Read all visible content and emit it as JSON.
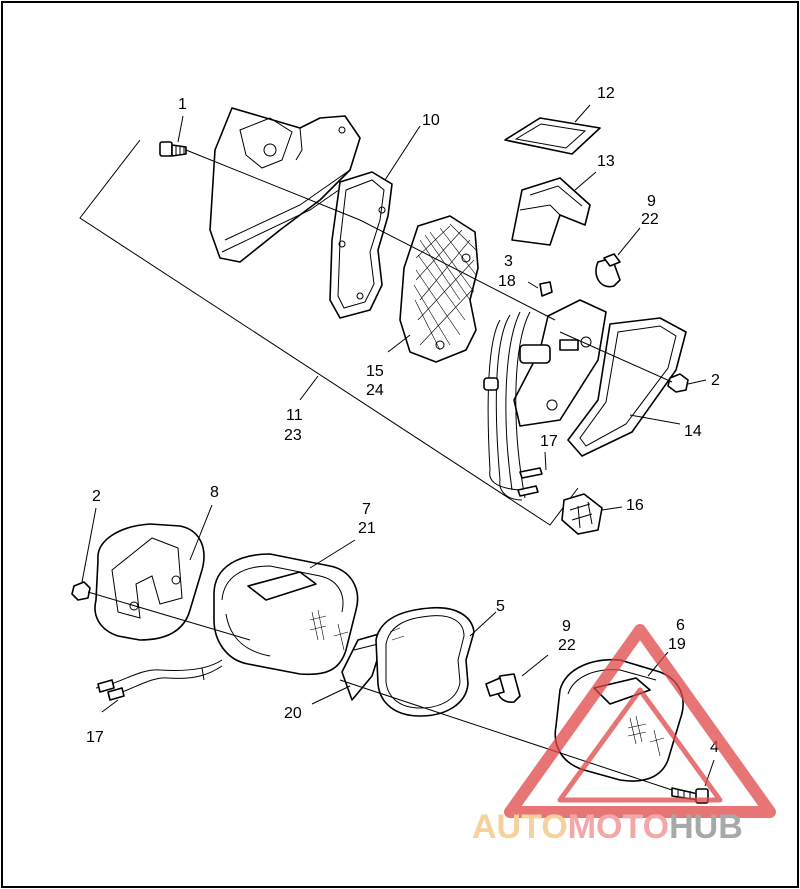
{
  "callouts": {
    "c1": "1",
    "c10": "10",
    "c12": "12",
    "c13": "13",
    "c9a": "9",
    "c22a": "22",
    "c3": "3",
    "c18": "18",
    "c2a": "2",
    "c15": "15",
    "c24": "24",
    "c11": "11",
    "c23": "23",
    "c14": "14",
    "c17a": "17",
    "c16": "16",
    "c2b": "2",
    "c8": "8",
    "c7": "7",
    "c21": "21",
    "c5": "5",
    "c9b": "9",
    "c22b": "22",
    "c6": "6",
    "c19": "19",
    "c20": "20",
    "c17b": "17",
    "c4": "4"
  },
  "watermark": {
    "part1": "AUTO",
    "part2": "MOTO",
    "part3": "HUB",
    "color1": "#f4c27a",
    "color2": "#ef8a8a",
    "color3": "#8c8c8c",
    "triangle_color": "#e04848"
  }
}
